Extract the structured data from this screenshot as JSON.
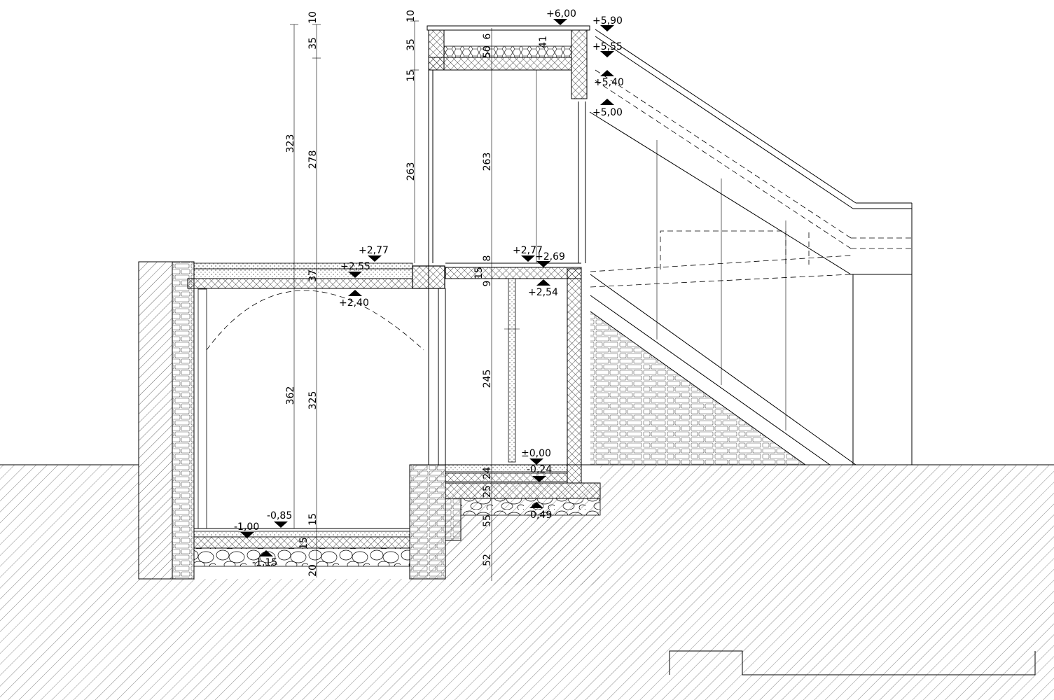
{
  "levels": [
    {
      "id": "l600",
      "text": "+6,00",
      "dir": "down"
    },
    {
      "id": "l590",
      "text": "+5,90",
      "dir": "down"
    },
    {
      "id": "l555",
      "text": "+5,55",
      "dir": "down"
    },
    {
      "id": "l540",
      "text": "+5,40",
      "dir": "up"
    },
    {
      "id": "l500",
      "text": "+5,00",
      "dir": "up"
    },
    {
      "id": "l277a",
      "text": "+2,77",
      "dir": "down"
    },
    {
      "id": "l255",
      "text": "+2,55",
      "dir": "down"
    },
    {
      "id": "l240",
      "text": "+2,40",
      "dir": "up"
    },
    {
      "id": "l277b",
      "text": "+2,77",
      "dir": "down"
    },
    {
      "id": "l269",
      "text": "+2,69",
      "dir": "down"
    },
    {
      "id": "l254",
      "text": "+2,54",
      "dir": "up"
    },
    {
      "id": "l000",
      "text": "±0,00",
      "dir": "down"
    },
    {
      "id": "l024",
      "text": "-0,24",
      "dir": "down"
    },
    {
      "id": "l049",
      "text": "-0,49",
      "dir": "up"
    },
    {
      "id": "l085",
      "text": "-0,85",
      "dir": "down"
    },
    {
      "id": "l100",
      "text": "-1,00",
      "dir": "down"
    },
    {
      "id": "l115",
      "text": "-1,15",
      "dir": "up"
    }
  ],
  "dimensions": [
    {
      "id": "d323",
      "text": "323"
    },
    {
      "id": "d362",
      "text": "362"
    },
    {
      "id": "d10a",
      "text": "10"
    },
    {
      "id": "d35a",
      "text": "35"
    },
    {
      "id": "d278",
      "text": "278"
    },
    {
      "id": "d37",
      "text": "37"
    },
    {
      "id": "d325",
      "text": "325"
    },
    {
      "id": "d15a",
      "text": "15"
    },
    {
      "id": "d15b",
      "text": "15"
    },
    {
      "id": "d20",
      "text": "20"
    },
    {
      "id": "d10b",
      "text": "10"
    },
    {
      "id": "d35b",
      "text": "35"
    },
    {
      "id": "d15c",
      "text": "15"
    },
    {
      "id": "d263a",
      "text": "263"
    },
    {
      "id": "d6",
      "text": "6"
    },
    {
      "id": "d50",
      "text": "50"
    },
    {
      "id": "d263b",
      "text": "263"
    },
    {
      "id": "d8",
      "text": "8"
    },
    {
      "id": "d15d",
      "text": "15"
    },
    {
      "id": "d9",
      "text": "9"
    },
    {
      "id": "d245",
      "text": "245"
    },
    {
      "id": "d24",
      "text": "24"
    },
    {
      "id": "d25",
      "text": "25"
    },
    {
      "id": "d55",
      "text": "55"
    },
    {
      "id": "d52",
      "text": "52"
    },
    {
      "id": "d41",
      "text": "41"
    }
  ]
}
